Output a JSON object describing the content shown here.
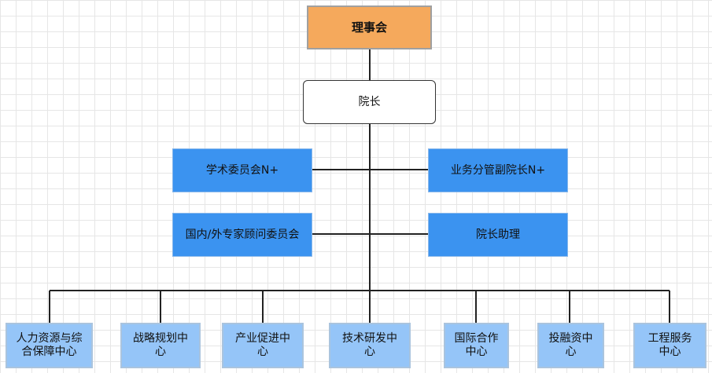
{
  "org": {
    "board": "理事会",
    "president": "院长",
    "left_branches": [
      "学术委员会N+",
      "国内/外专家顾问委员会"
    ],
    "right_branches": [
      "业务分管副院长N+",
      "院长助理"
    ],
    "centers": [
      {
        "line1": "人力资源与综",
        "line2": "合保障中心"
      },
      {
        "line1": "战略规划中",
        "line2": "心"
      },
      {
        "line1": "产业促进中",
        "line2": "心"
      },
      {
        "line1": "技术研发中",
        "line2": "心"
      },
      {
        "line1": "国际合作",
        "line2": "中心"
      },
      {
        "line1": "投融资中",
        "line2": "心"
      },
      {
        "line1": "工程服务",
        "line2": "中心"
      }
    ]
  },
  "colors": {
    "board_fill": "#f5a95c",
    "branch_fill": "#3b93f0",
    "center_fill": "#95c5f8",
    "connector": "#222222"
  }
}
